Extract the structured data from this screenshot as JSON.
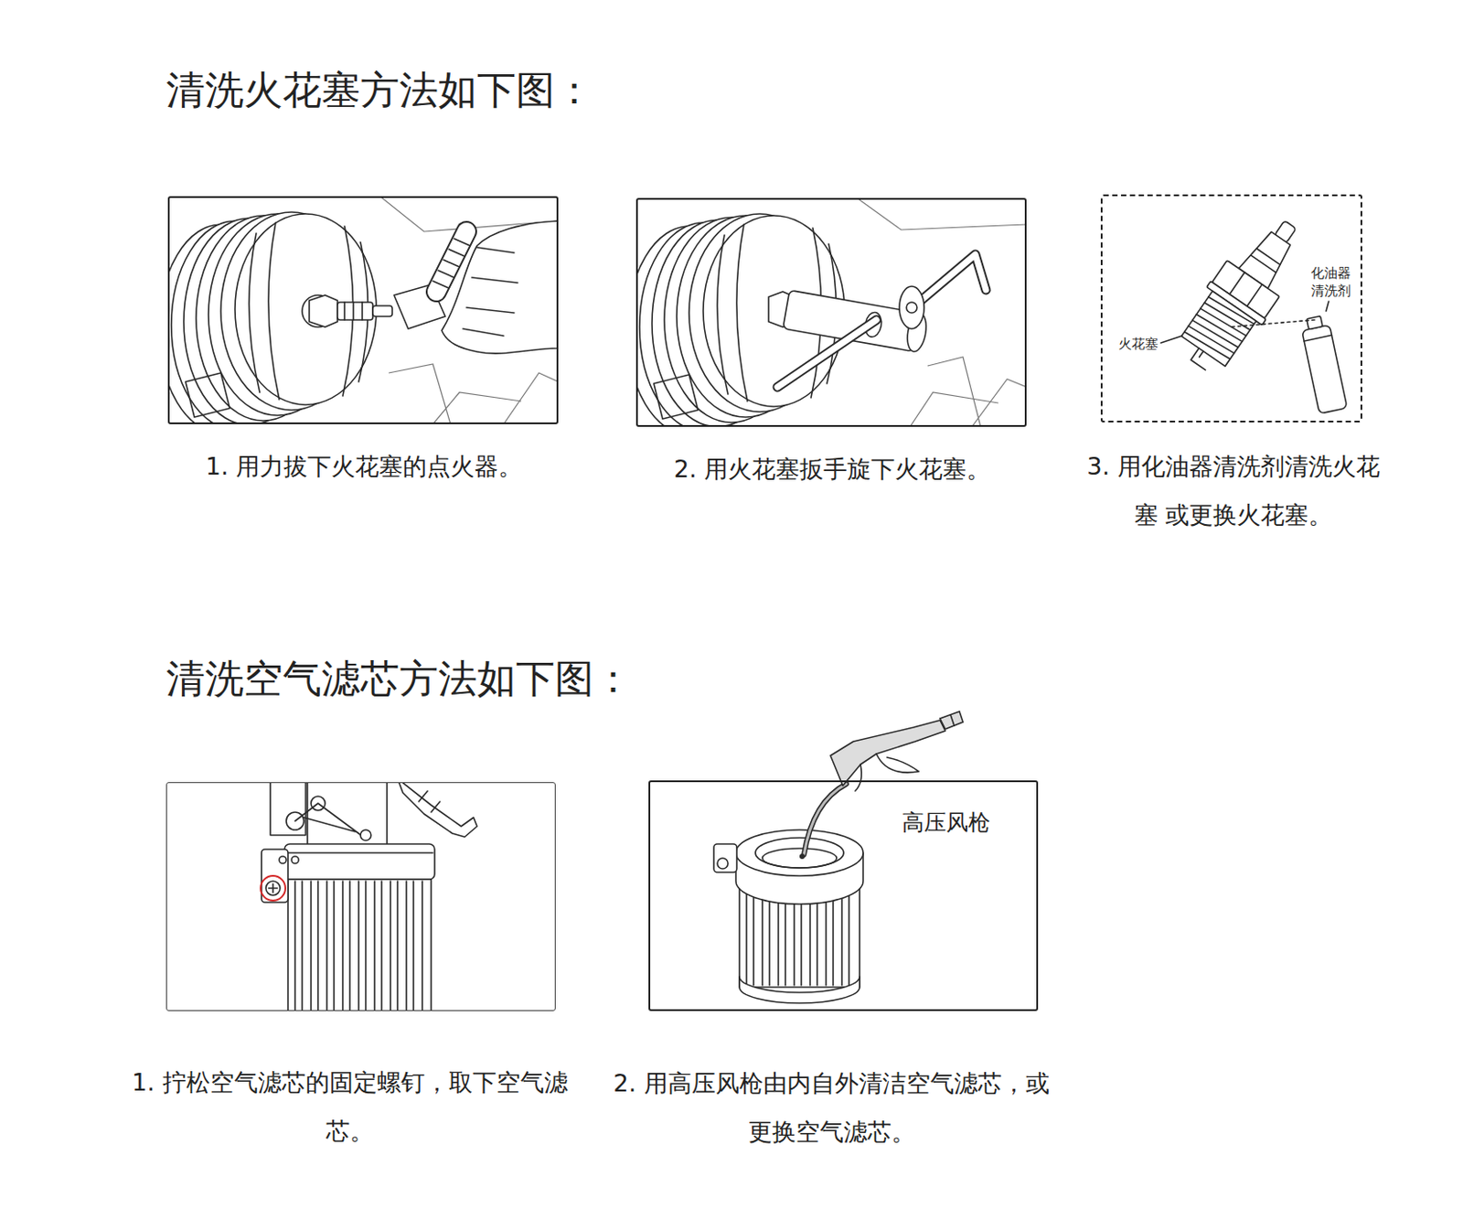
{
  "diagram": {
    "title": "清洗火花塞方法如下图：",
    "nodes": [
      {
        "text": [
          "1. 用力拔下火花塞的点火器。"
        ]
      },
      {
        "text": [
          "2. 用火花塞扳手旋下火花塞。"
        ]
      },
      {
        "text": [
          "3. 用化油器清洗剂清洗火花塞 或更换火花塞。"
        ]
      },
      {
        "text": [
          "1. 拧松空气滤芯的固定螺钉，取下空气滤芯。"
        ]
      },
      {
        "text": [
          "2. 用高压风枪由内自外清洁空气滤芯，或更换空气滤芯。"
        ]
      }
    ],
    "labels": [
      "火花塞",
      "化油器清洗剂",
      "清洗空气滤芯方法如下图：",
      "高压风枪"
    ]
  }
}
